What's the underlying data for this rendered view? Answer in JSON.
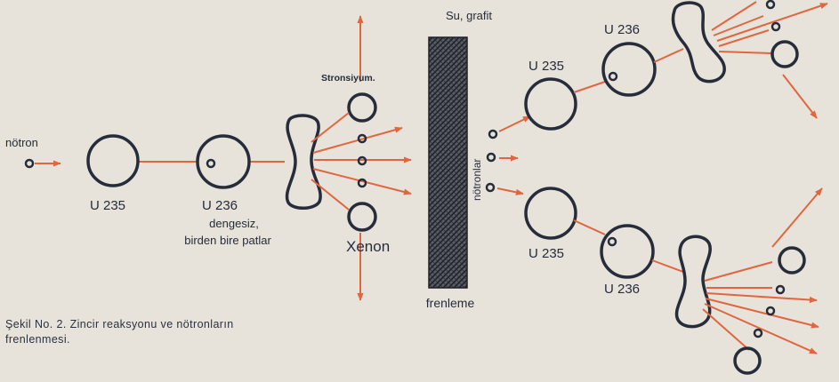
{
  "labels": {
    "neutron": "nötron",
    "u235_a": "U 235",
    "u236_a": "U 236",
    "unstable_1": "dengesiz,",
    "unstable_2": "birden bire patlar",
    "strontium": "Stronsiyum.",
    "xenon": "Xenon",
    "moderator": "Su, grafit",
    "neutrons": "nötronlar",
    "braking": "frenleme",
    "u235_b": "U 235",
    "u236_b": "U 236",
    "u235_c": "U 235",
    "u236_c": "U 236"
  },
  "caption": {
    "line1": "Şekil No. 2. Zincir reaksyonu ve nötronların",
    "line2": "frenlenmesi."
  },
  "colors": {
    "ink": "#262c3a",
    "arrow": "#e0663f",
    "background": "#e7e3db"
  }
}
